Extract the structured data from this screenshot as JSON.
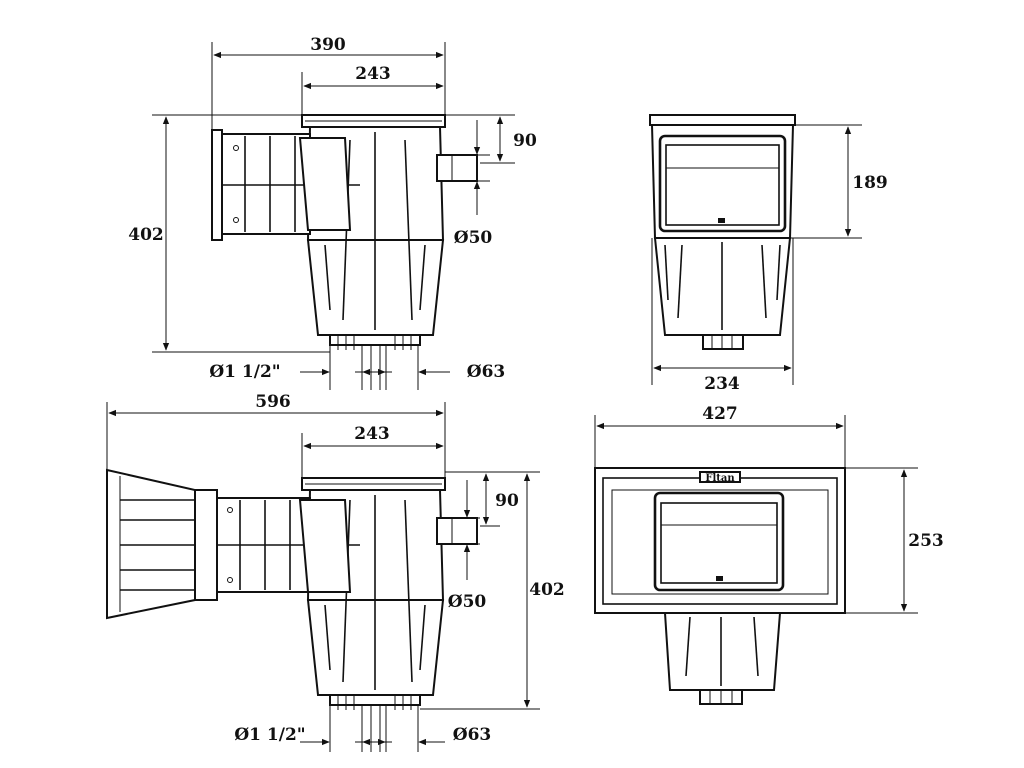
{
  "views": {
    "top_left": {
      "width_total": "390",
      "width_body": "243",
      "height": "402",
      "inlet_offset": "90",
      "inlet_diameter": "Ø50",
      "outlet_thread": "Ø1 1/2\"",
      "outlet_pipe": "Ø63"
    },
    "top_right": {
      "mouth_height": "189",
      "width": "234"
    },
    "bottom_left": {
      "width_total": "596",
      "width_body": "243",
      "height": "402",
      "inlet_offset": "90",
      "inlet_diameter": "Ø50",
      "outlet_thread": "Ø1 1/2\"",
      "outlet_pipe": "Ø63"
    },
    "bottom_right": {
      "width": "427",
      "height": "253",
      "brand_plate": "Fltan"
    }
  }
}
